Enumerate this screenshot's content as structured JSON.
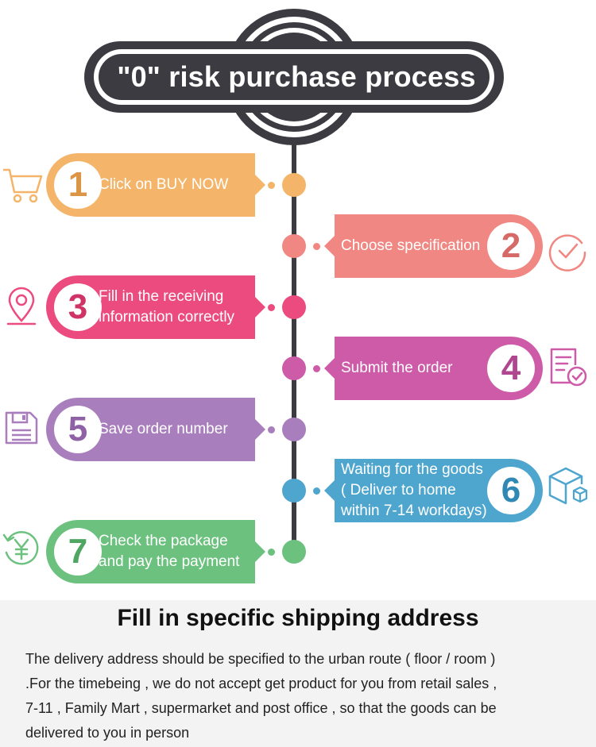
{
  "header": {
    "title": "\"0\" risk purchase process"
  },
  "colors": {
    "dark": "#3d3b42"
  },
  "steps": [
    {
      "number": "1",
      "lines": [
        "Click on BUY NOW"
      ],
      "side": "left",
      "color": "#f4b56a",
      "dark": "#dc9545",
      "icon": "shopping-cart-icon"
    },
    {
      "number": "2",
      "lines": [
        "Choose specification"
      ],
      "side": "right",
      "color": "#f18782",
      "dark": "#d66a66",
      "icon": "check-circle-icon"
    },
    {
      "number": "3",
      "lines": [
        "Fill in the receiving",
        "information correctly"
      ],
      "side": "left",
      "color": "#ec4b7f",
      "dark": "#cf3466",
      "icon": "location-pin-icon"
    },
    {
      "number": "4",
      "lines": [
        "Submit the order"
      ],
      "side": "right",
      "color": "#cd5ba8",
      "dark": "#b04590",
      "icon": "order-document-icon"
    },
    {
      "number": "5",
      "lines": [
        "Save order number"
      ],
      "side": "left",
      "color": "#a97ebd",
      "dark": "#8f62a6",
      "icon": "save-disk-icon"
    },
    {
      "number": "6",
      "lines": [
        "Waiting for the goods",
        "( Deliver to home",
        "within 7-14 workdays)"
      ],
      "side": "right",
      "color": "#4ea6cf",
      "dark": "#3089b5",
      "icon": "package-box-icon"
    },
    {
      "number": "7",
      "lines": [
        "Check the package",
        "and pay the payment"
      ],
      "side": "left",
      "color": "#6cc17f",
      "dark": "#4fa663",
      "icon": "yuan-refresh-icon"
    }
  ],
  "notice": {
    "title": "Fill in specific shipping address",
    "lines": [
      "The delivery address should be specified to the urban route ( floor / room )",
      ".For the timebeing , we do not accept get product for you from retail sales ,",
      "7-11 , Family Mart , supermarket and post office , so that the goods can be",
      "delivered to you in person"
    ]
  }
}
